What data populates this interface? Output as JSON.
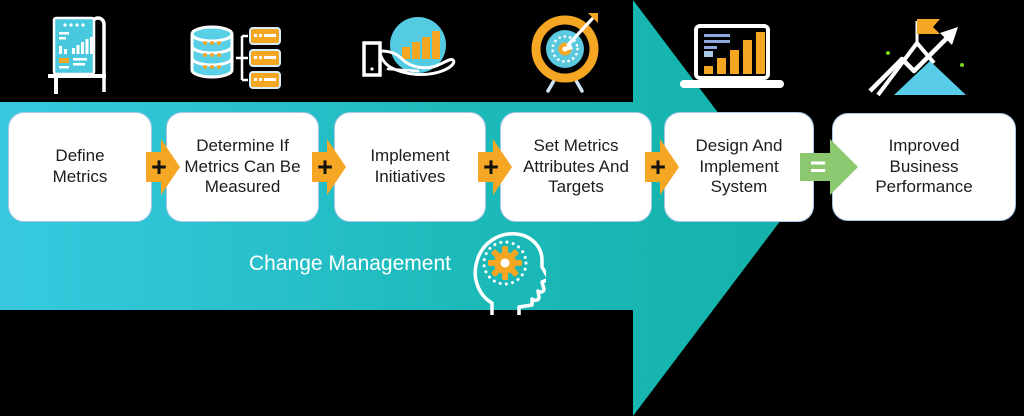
{
  "diagram": {
    "background": "#000000",
    "arrow_colors": {
      "left": "#38c9e0",
      "right": "#14b2aa"
    },
    "accent_colors": {
      "orange": "#F5A623",
      "green": "#8CC86F",
      "box_border": "#A9C7E8",
      "text": "#1C1C1C"
    },
    "steps": [
      {
        "label": "Define Metrics",
        "icon": "presentation-board-icon"
      },
      {
        "label": "Determine If Metrics Can Be Measured",
        "icon": "database-icon"
      },
      {
        "label": "Implement Initiatives",
        "icon": "hand-chart-icon"
      },
      {
        "label": "Set Metrics Attributes And Targets",
        "icon": "target-icon"
      },
      {
        "label": "Design And Implement System",
        "icon": "laptop-chart-icon"
      },
      {
        "label": "Improved Business Performance",
        "icon": "mountain-flag-icon"
      }
    ],
    "connectors": [
      {
        "symbol": "+"
      },
      {
        "symbol": "+"
      },
      {
        "symbol": "+"
      },
      {
        "symbol": "+"
      },
      {
        "symbol": "="
      }
    ],
    "banner": {
      "label": "Change Management",
      "icon": "head-gear-icon"
    }
  }
}
